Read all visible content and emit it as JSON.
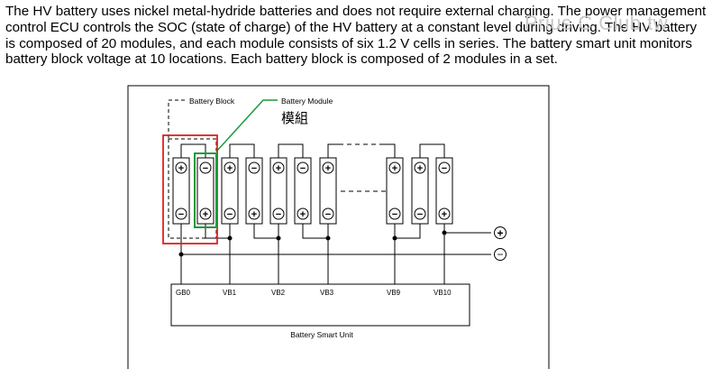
{
  "paragraph": {
    "lines": [
      "The HV battery uses nickel metal-hydride batteries and does not require external charging. The power management",
      "control ECU controls the SOC (state of charge) of the HV battery at a constant level during driving. The HV battery",
      "is composed of 20 modules, and each module consists of six 1.2 V cells in series. The battery smart unit monitors",
      "battery block voltage at 10 locations. Each battery block is composed of 2 modules in a set."
    ]
  },
  "watermark": "Prius C Club.tw",
  "diagram": {
    "battery_block_label": "Battery Block",
    "battery_module_label": "Battery Module",
    "module_annotation": "模組",
    "smart_unit_label": "Battery Smart Unit",
    "terminals": [
      "GB0",
      "VB1",
      "VB2",
      "VB3",
      "VB9",
      "VB10"
    ],
    "plus_symbol": "+",
    "minus_symbol": "−",
    "highlight_colors": {
      "block": "#e02020",
      "module": "#1a9a3a"
    }
  }
}
